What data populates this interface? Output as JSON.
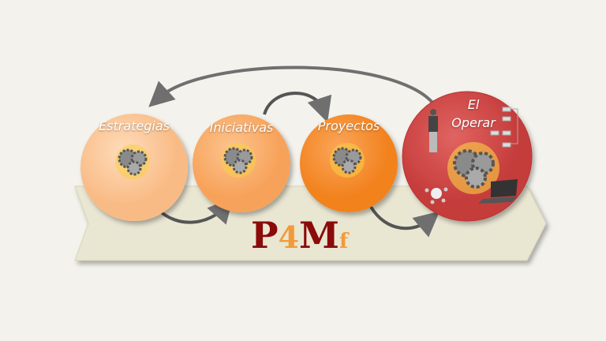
{
  "diagram": {
    "stages": [
      {
        "label": "Estrategias",
        "color": "#fdc99a"
      },
      {
        "label": "Iniciativas",
        "color": "#fbb071"
      },
      {
        "label": "Proyectos",
        "color": "#f9922f"
      },
      {
        "label_line1": "El",
        "label_line2": "Operar",
        "color": "#d64a49"
      }
    ],
    "logo": {
      "text": "P4Mf",
      "primary_color": "#8b0a0a",
      "accent_color": "#f39a3a"
    },
    "band_color": "#e9e6d2",
    "arrow_color": "#6f6f6f"
  }
}
